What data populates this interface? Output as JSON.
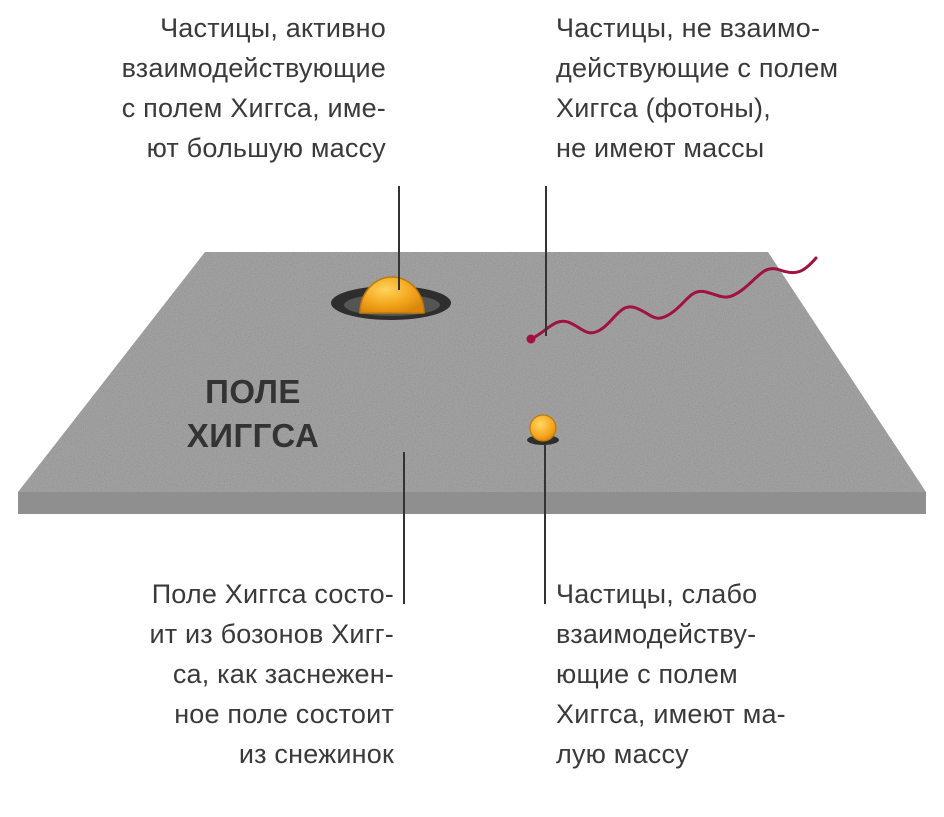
{
  "captions": {
    "top_left": "Частицы, активно\nвзаимодействующие\nс полем Хиггса, име-\nют большую массу",
    "top_right": "Частицы, не взаимо-\nдействующие с полем\nХиггса (фотоны),\nне имеют массы",
    "bottom_left": "Поле Хиггса состо-\nит из бозонов Хигг-\nса, как заснежен-\nное поле состоит\nиз снежинок",
    "bottom_right": "Частицы, слабо\nвзаимодейству-\nющие с полем\nХиггса, имеют ма-\nлую массу"
  },
  "field": {
    "label": "ПОЛЕ\nХИГГСА"
  },
  "colors": {
    "field_top": "#a9a9a9",
    "field_edge": "#8e8e8e",
    "particle": "#f4a51c",
    "photon": "#a0123f",
    "leader_line": "#333333"
  },
  "icons": {
    "heavy_particle": "heavy-particle-icon",
    "light_particle": "light-particle-icon",
    "photon": "photon-wave-icon"
  }
}
